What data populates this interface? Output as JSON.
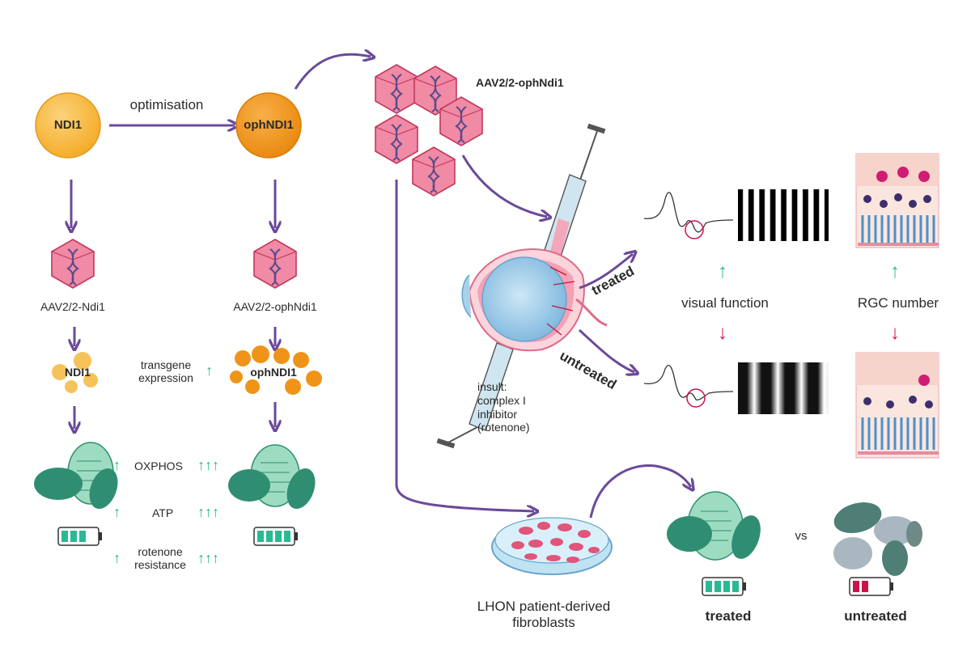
{
  "top": {
    "ndi1_label": "NDI1",
    "ophndi1_label": "ophNDI1",
    "optimisation": "optimisation",
    "aav_cluster_label": "AAV2/2-ophNdi1"
  },
  "left": {
    "aav_ndi1": "AAV2/2-Ndi1",
    "aav_ophndi1": "AAV2/2-ophNdi1",
    "ndi1_protein": "NDI1",
    "ophndi1_protein": "ophNDI1",
    "transgene_line1": "transgene",
    "transgene_line2": "expression",
    "oxphos": "OXPHOS",
    "atp": "ATP",
    "rotenone_line1": "rotenone",
    "rotenone_line2": "resistance",
    "arrow_up": "↑",
    "arrow_up3": "↑↑↑"
  },
  "eye": {
    "treated": "treated",
    "untreated": "untreated",
    "insult_lines": [
      "insult:",
      "complex I",
      "inhibitor",
      "(rotenone)"
    ]
  },
  "outcomes": {
    "visual_function": "visual function",
    "rgc_number": "RGC number",
    "arrow_up": "↑",
    "arrow_down": "↓"
  },
  "fibroblasts": {
    "line1": "LHON patient-derived",
    "line2": "fibroblasts",
    "treated": "treated",
    "untreated": "untreated",
    "vs": "vs"
  },
  "colors": {
    "purple": "#6b4a9a",
    "teal": "#2bb895",
    "pink": "#e6607f",
    "red": "#c8144a",
    "yellow": "#f6b93b",
    "orange": "#ef9418",
    "mito_green": "#2f8e72",
    "mito_grey": "#6e8a87"
  }
}
